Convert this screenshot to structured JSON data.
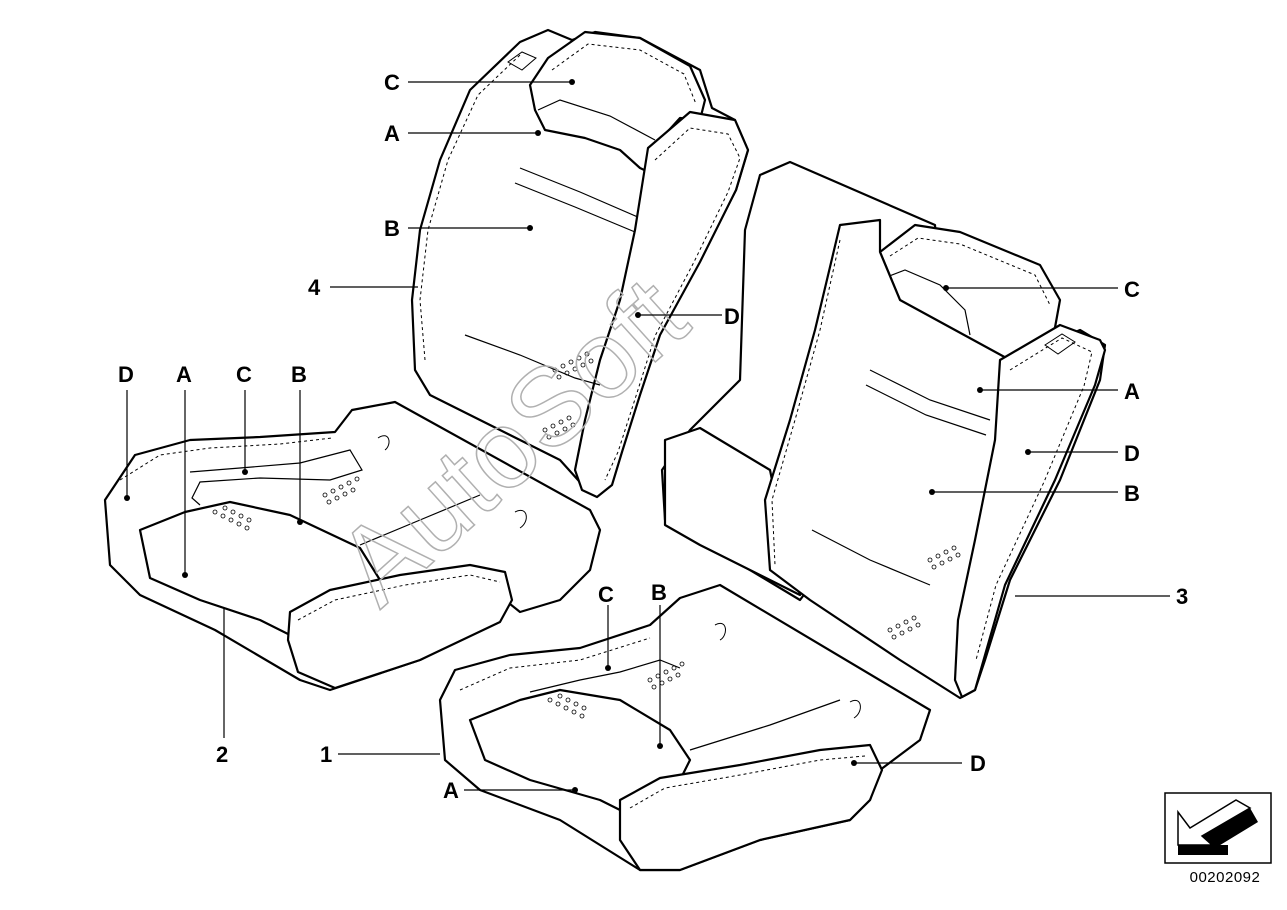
{
  "watermark": "AutoSoft",
  "catalog_code": "00202092",
  "parts": {
    "p1": "1",
    "p2": "2",
    "p3": "3",
    "p4": "4"
  },
  "zones": {
    "a": "A",
    "b": "B",
    "c": "C",
    "d": "D"
  },
  "icons": {
    "navigation": "arrow-icon"
  }
}
